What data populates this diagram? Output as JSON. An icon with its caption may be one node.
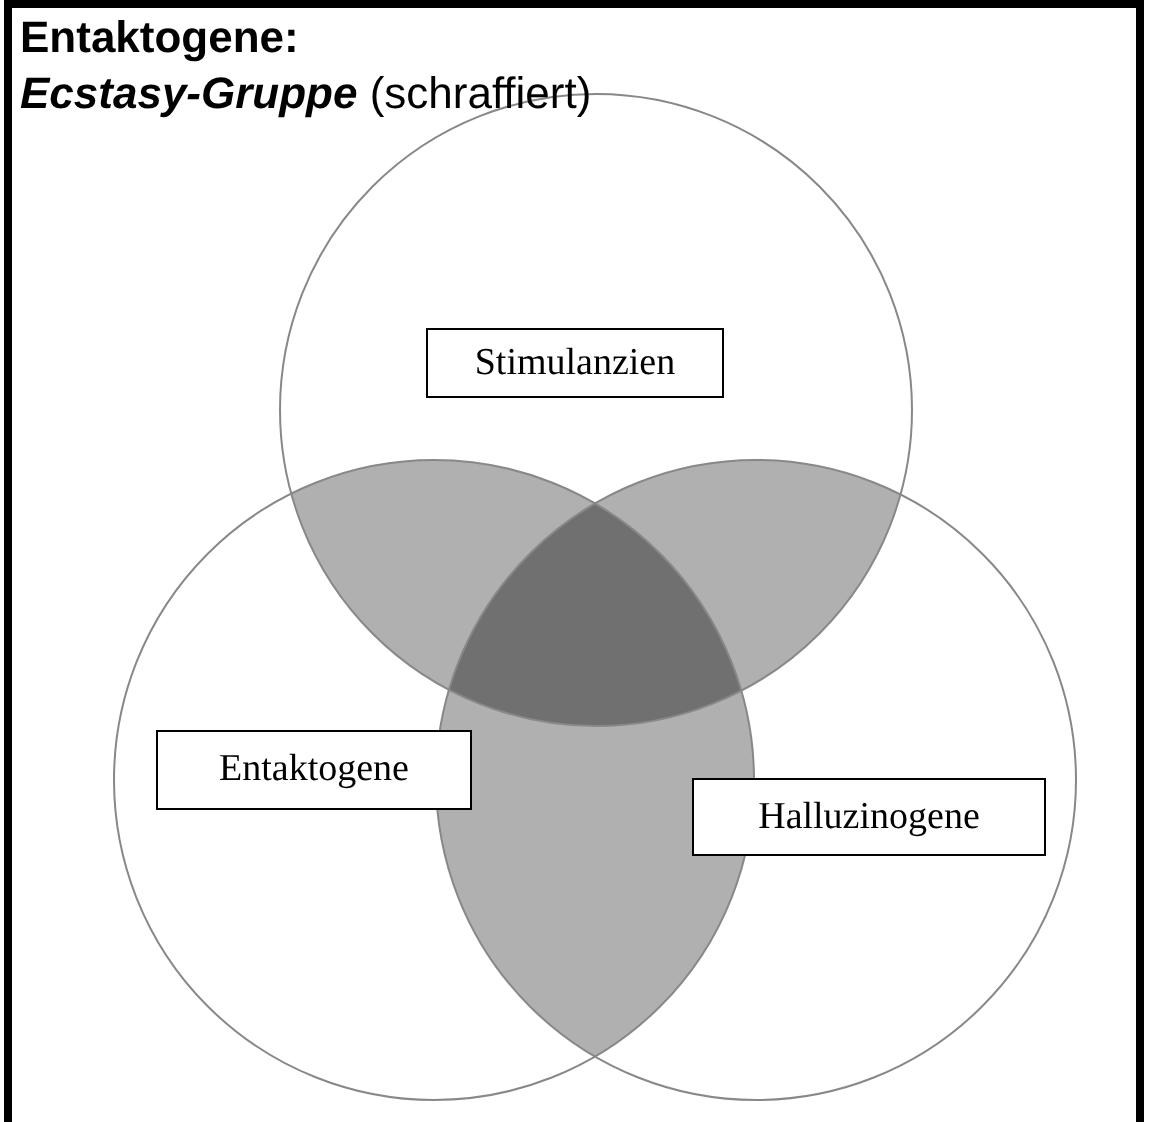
{
  "diagram": {
    "title": "Entaktogene:",
    "nodes": [
      {
        "text": [
          "Stimulanzien"
        ]
      },
      {
        "text": [
          "Entaktogene"
        ]
      },
      {
        "text": [
          "Halluzinogene"
        ]
      }
    ],
    "labels": [
      "*Ecstasy-Gruppe* (schraffiert)"
    ]
  }
}
